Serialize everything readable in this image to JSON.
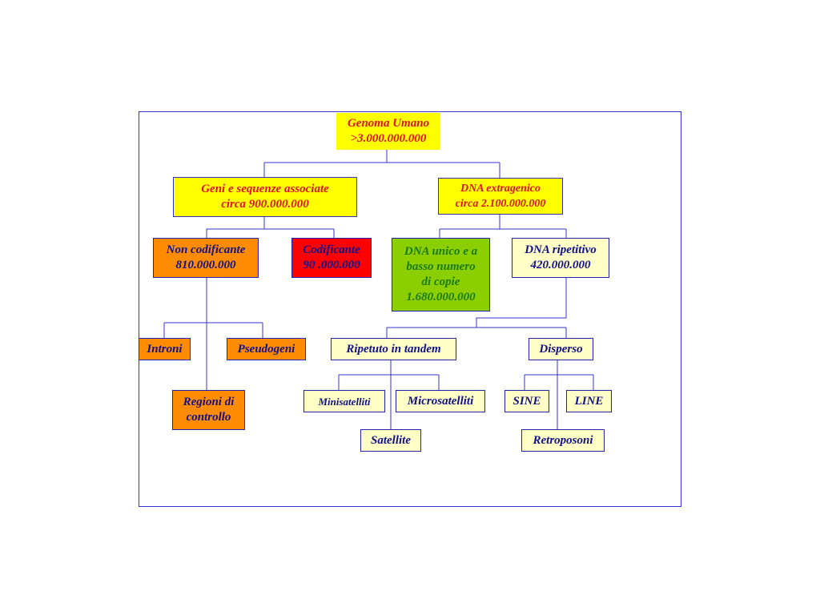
{
  "nodes": {
    "root": {
      "line1": "Genoma Umano",
      "line2": ">3.000.000.000"
    },
    "genes": {
      "line1": "Geni e sequenze associate",
      "line2": "circa 900.000.000"
    },
    "extragenic": {
      "line1": "DNA extragenico",
      "line2": "circa 2.100.000.000"
    },
    "noncoding": {
      "line1": "Non codificante",
      "line2": "810.000.000"
    },
    "coding": {
      "line1": "Codificante",
      "line2": "90 .000.000"
    },
    "unique": {
      "line1": "DNA unico e a",
      "line2": "basso numero",
      "line3": "di copie",
      "line4": "1.680.000.000"
    },
    "repetitive": {
      "line1": "DNA ripetitivo",
      "line2": "420.000.000"
    },
    "introns": {
      "label": "Introni"
    },
    "pseudogenes": {
      "label": "Pseudogeni"
    },
    "control": {
      "line1": "Regioni di",
      "line2": "controllo"
    },
    "tandem": {
      "label": "Ripetuto in tandem"
    },
    "dispersed": {
      "label": "Disperso"
    },
    "minisat": {
      "label": "Minisatelliti"
    },
    "microsat": {
      "label": "Microsatelliti"
    },
    "satellite": {
      "label": "Satellite"
    },
    "sine": {
      "label": "SINE"
    },
    "line": {
      "label": "LINE"
    },
    "retroposons": {
      "label": "Retroposoni"
    }
  },
  "colors": {
    "connector": "#3333cc",
    "yellow": "#ffff00",
    "pale_yellow": "#ffffc6",
    "orange": "#ff8c00",
    "red": "#ff0000",
    "green": "#8ccf00",
    "red_text": "#e0102a",
    "blue_text": "#10108a"
  }
}
